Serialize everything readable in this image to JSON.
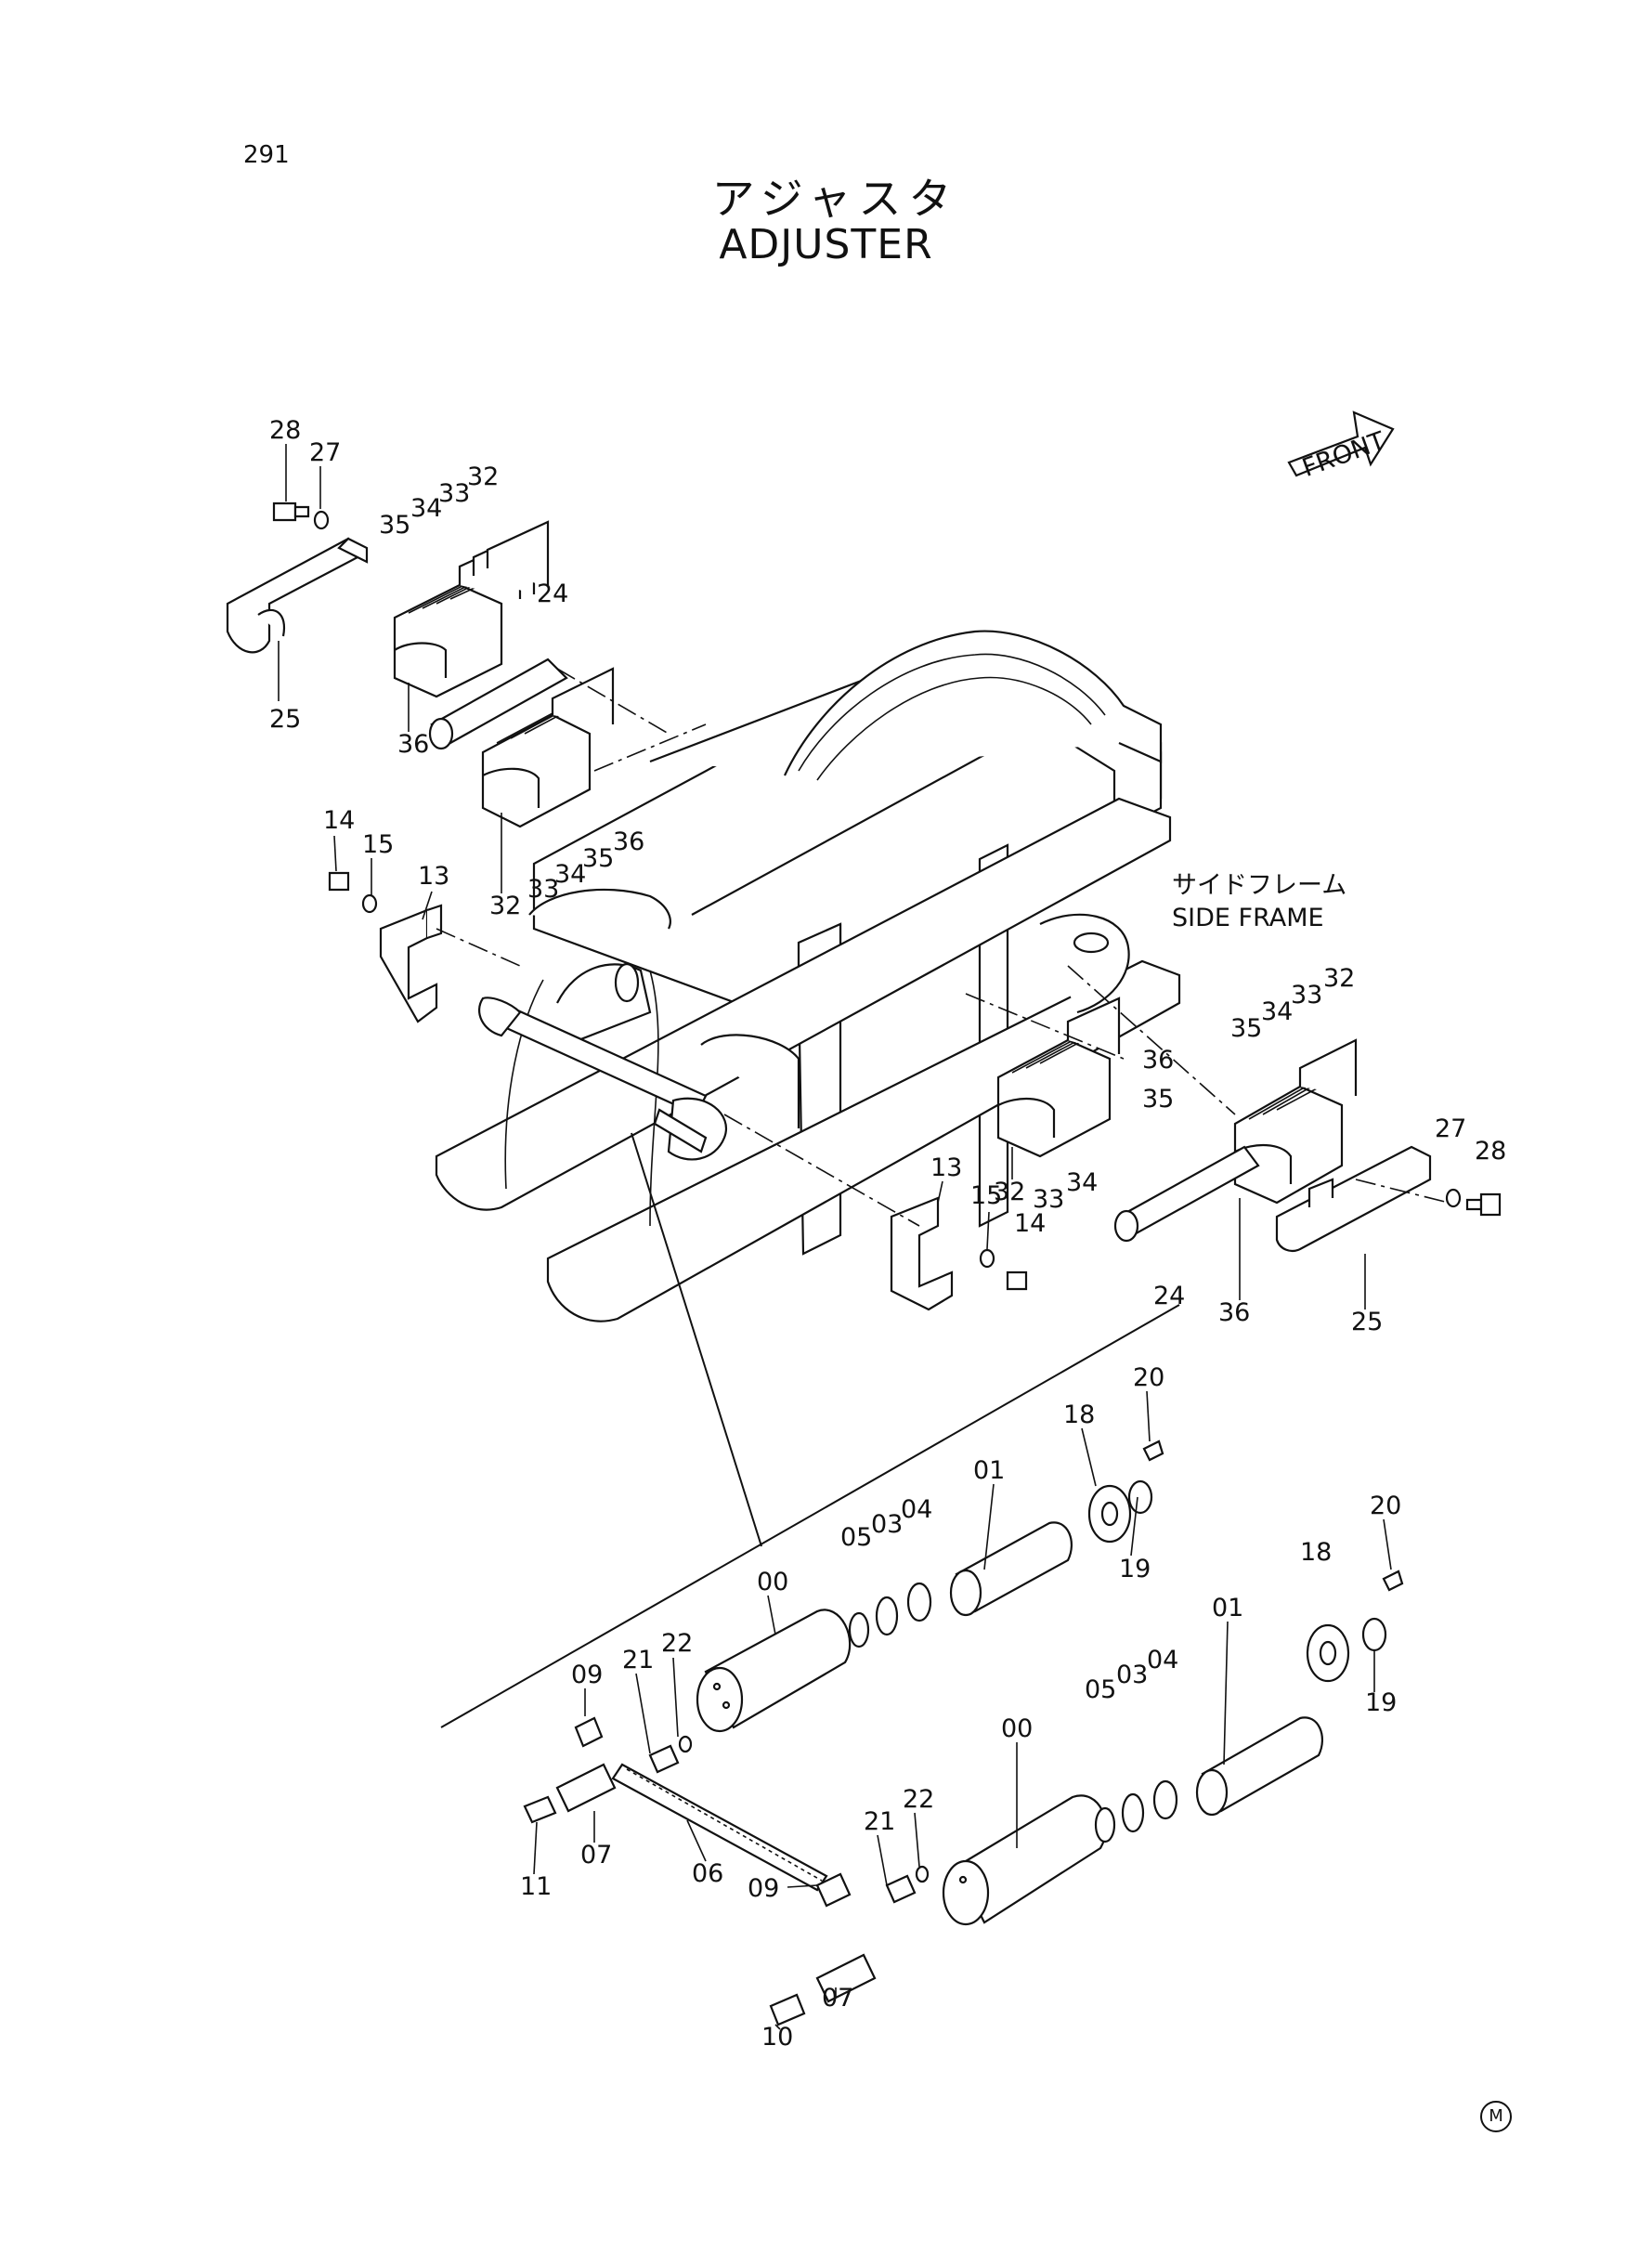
{
  "page": {
    "number": "291",
    "title_jp": "アジャスタ",
    "title_en": "ADJUSTER",
    "front_label": "FRONT",
    "side_frame_jp": "サイドフレーム",
    "side_frame_en": "SIDE FRAME",
    "corner_mark": "M"
  },
  "callouts": [
    "28",
    "27",
    "35",
    "34",
    "33",
    "32",
    "24",
    "25",
    "36",
    "32",
    "33",
    "34",
    "35",
    "36",
    "14",
    "15",
    "13",
    "35",
    "34",
    "33",
    "32",
    "36",
    "35",
    "32",
    "33",
    "34",
    "27",
    "28",
    "24",
    "36",
    "25",
    "13",
    "15",
    "14",
    "20",
    "18",
    "01",
    "19",
    "05",
    "03",
    "04",
    "00",
    "22",
    "21",
    "09",
    "20",
    "18",
    "01",
    "19",
    "05",
    "03",
    "04",
    "00",
    "07",
    "11",
    "06",
    "09",
    "22",
    "21",
    "07",
    "10"
  ]
}
